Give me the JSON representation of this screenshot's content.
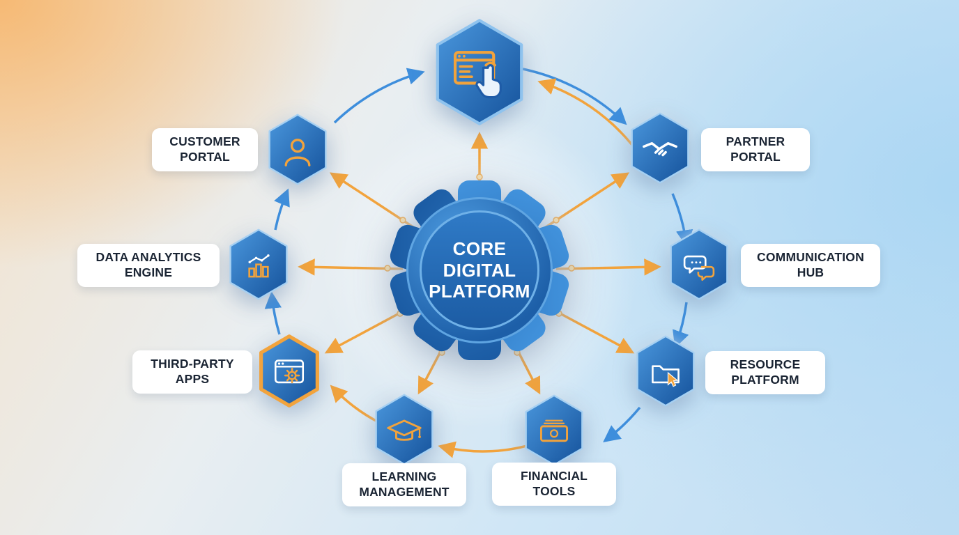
{
  "diagram": {
    "title": "Core Digital Platform ecosystem diagram",
    "center": {
      "id": "core-digital-platform",
      "lines": [
        "CORE",
        "DIGITAL",
        "PLATFORM"
      ]
    },
    "nodes": [
      {
        "id": "app-interface",
        "label": "",
        "icon": "browser-touch-icon"
      },
      {
        "id": "customer-portal",
        "label": "CUSTOMER PORTAL",
        "icon": "user-icon"
      },
      {
        "id": "partner-portal",
        "label": "PARTNER PORTAL",
        "icon": "handshake-icon"
      },
      {
        "id": "data-analytics-engine",
        "label": "DATA ANALYTICS ENGINE",
        "icon": "bar-chart-icon"
      },
      {
        "id": "communication-hub",
        "label": "COMMUNICATION HUB",
        "icon": "chat-bubbles-icon"
      },
      {
        "id": "third-party-apps",
        "label": "THIRD-PARTY APPS",
        "icon": "browser-gear-icon",
        "highlighted": true
      },
      {
        "id": "resource-platform",
        "label": "RESOURCE PLATFORM",
        "icon": "folder-cursor-icon"
      },
      {
        "id": "learning-management",
        "label": "LEARNING MANAGEMENT",
        "icon": "graduation-cap-icon"
      },
      {
        "id": "financial-tools",
        "label": "FINANCIAL TOOLS",
        "icon": "banknote-icon"
      }
    ],
    "connections": {
      "hub_spokes": [
        "app-interface",
        "customer-portal",
        "partner-portal",
        "data-analytics-engine",
        "communication-hub",
        "third-party-apps",
        "resource-platform",
        "learning-management",
        "financial-tools"
      ],
      "ring_blue": [
        "customer-portal>app-interface",
        "app-interface>partner-portal",
        "partner-portal>communication-hub",
        "communication-hub>resource-platform",
        "resource-platform>financial-tools",
        "third-party-apps>data-analytics-engine",
        "data-analytics-engine>customer-portal"
      ],
      "ring_orange": [
        "partner-portal>app-interface",
        "financial-tools>learning-management",
        "learning-management>third-party-apps"
      ]
    },
    "colors": {
      "accent_orange": "#F2A33C",
      "arrow_blue": "#3E8EDC",
      "hex_blue_light": "#4A97DD",
      "hex_blue_dark": "#15529B",
      "label_text": "#1A2433",
      "center_text": "#FFFFFF",
      "background_left": "#F6B56B",
      "background_right": "#BBDCF3"
    }
  }
}
